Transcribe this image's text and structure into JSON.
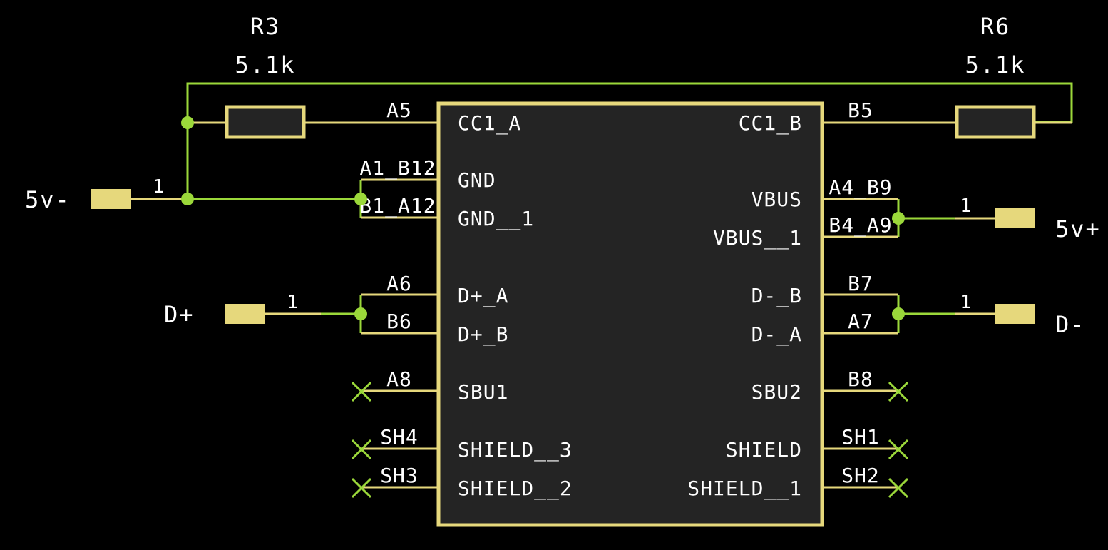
{
  "schematic": {
    "connector": {
      "left_pins": [
        {
          "name": "CC1_A",
          "number": "A5"
        },
        {
          "name": "GND",
          "number": "A1_B12"
        },
        {
          "name": "GND__1",
          "number": "B1_A12"
        },
        {
          "name": "D+_A",
          "number": "A6"
        },
        {
          "name": "D+_B",
          "number": "B6"
        },
        {
          "name": "SBU1",
          "number": "A8"
        },
        {
          "name": "SHIELD__3",
          "number": "SH4"
        },
        {
          "name": "SHIELD__2",
          "number": "SH3"
        }
      ],
      "right_pins": [
        {
          "name": "CC1_B",
          "number": "B5"
        },
        {
          "name": "VBUS",
          "number": "A4_B9"
        },
        {
          "name": "VBUS__1",
          "number": "B4_A9"
        },
        {
          "name": "D-_B",
          "number": "B7"
        },
        {
          "name": "D-_A",
          "number": "A7"
        },
        {
          "name": "SBU2",
          "number": "B8"
        },
        {
          "name": "SHIELD",
          "number": "SH1"
        },
        {
          "name": "SHIELD__1",
          "number": "SH2"
        }
      ]
    },
    "resistors": [
      {
        "ref": "R3",
        "value": "5.1k"
      },
      {
        "ref": "R6",
        "value": "5.1k"
      }
    ],
    "terminals": [
      {
        "label": "5v-",
        "pin": "1"
      },
      {
        "label": "5v+",
        "pin": "1"
      },
      {
        "label": "D+",
        "pin": "1"
      },
      {
        "label": "D-",
        "pin": "1"
      }
    ]
  }
}
